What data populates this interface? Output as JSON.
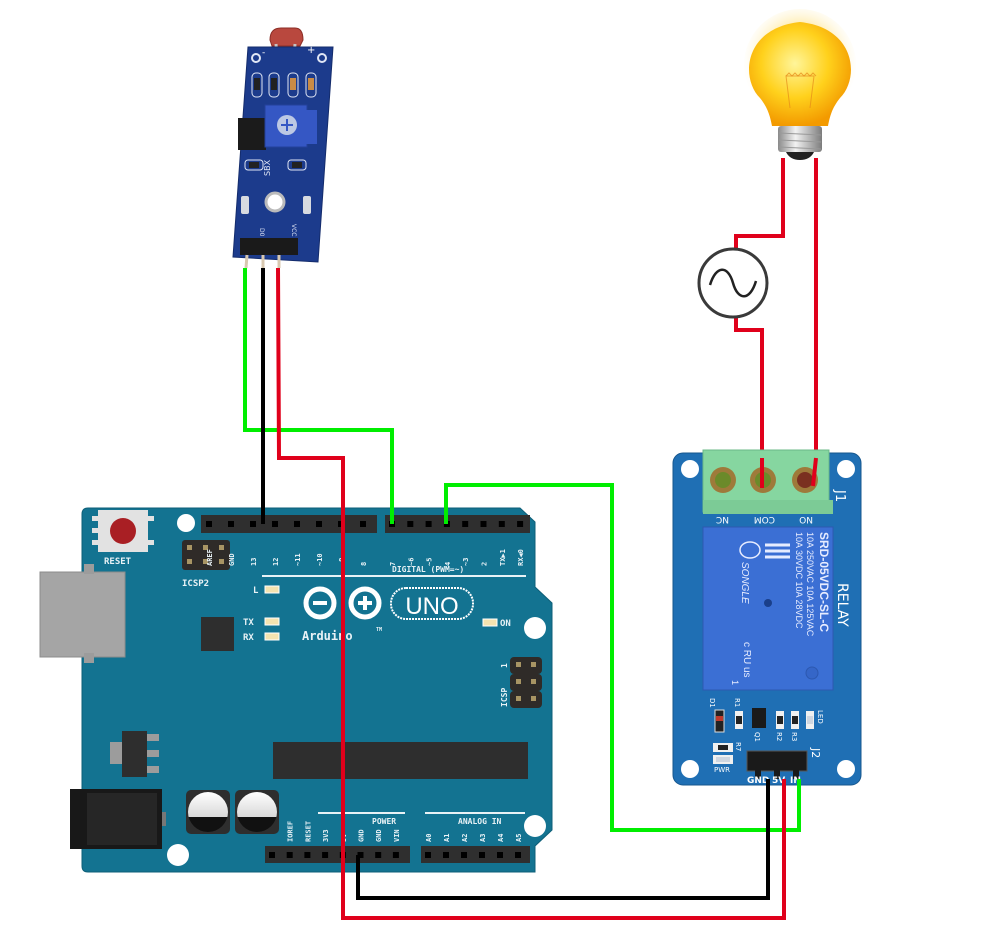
{
  "diagram": {
    "title": "LDR sensor + Arduino UNO + relay controlled AC lamp",
    "colors": {
      "background": "#ffffff",
      "arduino_board": "#137391",
      "sensor_board": "#1c3b8c",
      "relay_board": "#1f6fb4",
      "relay_body": "#3b6fd4",
      "terminal_block": "#86d6a0",
      "wire_signal": "#00ee00",
      "wire_ground": "#000000",
      "wire_power": "#e0001b",
      "lamp": "#ffc21a"
    }
  },
  "sensor": {
    "name": "LDR light sensor module",
    "silk_label": "SBX",
    "pins": [
      "DO",
      "GND",
      "VCC"
    ],
    "pin_marks": [
      "D0",
      "-",
      "VCC"
    ],
    "polarity": [
      "-",
      "+"
    ]
  },
  "arduino": {
    "logo_text": "Arduino",
    "model_text": "UNO",
    "trademark": "TM",
    "reset_label": "RESET",
    "icsp2_label": "ICSP2",
    "icsp_label": "ICSP",
    "icsp_pin1": "1",
    "led_labels": [
      "L",
      "TX",
      "RX",
      "ON"
    ],
    "digital_header_label": "DIGITAL (PWM=~)",
    "digital_pins_left": [
      "AREF",
      "GND",
      "13",
      "12",
      "~11",
      "~10",
      "~9",
      "8"
    ],
    "digital_pins_right": [
      "7",
      "~6",
      "~5",
      "4",
      "~3",
      "2",
      "TX▶1",
      "RX◀0"
    ],
    "power_header_label": "POWER",
    "power_pins": [
      "",
      "IOREF",
      "RESET",
      "3V3",
      "5V",
      "GND",
      "GND",
      "VIN"
    ],
    "analog_header_label": "ANALOG IN",
    "analog_pins": [
      "A0",
      "A1",
      "A2",
      "A3",
      "A4",
      "A5"
    ]
  },
  "relay": {
    "board_label": "RELAY",
    "terminal_ref": "J1",
    "terminals": [
      "NC",
      "COM",
      "NO"
    ],
    "header_ref": "J2",
    "header_pins": [
      "GND",
      "5V",
      "IN"
    ],
    "body_lines": [
      "SRD-05VDC-SL-C",
      "10A 250VAC  10A 125VAC",
      "10A  30VDC  10A  28VDC"
    ],
    "brand": "SONGLE",
    "cert_mark": "CQC",
    "ul_mark": "c RU us",
    "pin1": "1",
    "components": [
      "D1",
      "R1",
      "Q1",
      "R2",
      "R3",
      "LED",
      "R7",
      "PWR"
    ]
  },
  "ac_source": {
    "symbol": "~",
    "name": "AC supply"
  },
  "lamp": {
    "name": "Light bulb"
  },
  "wires": [
    {
      "from": "sensor.DO",
      "to": "arduino.D7",
      "color": "green"
    },
    {
      "from": "sensor.GND",
      "to": "arduino.GND (digital header)",
      "color": "black"
    },
    {
      "from": "sensor.VCC",
      "to": "arduino.5V",
      "color": "red"
    },
    {
      "from": "arduino.D4",
      "to": "relay.IN",
      "color": "green"
    },
    {
      "from": "arduino.GND (power header)",
      "to": "relay.GND",
      "color": "black"
    },
    {
      "from": "arduino.5V",
      "to": "relay.5V",
      "color": "red"
    },
    {
      "from": "relay.COM",
      "to": "ac_source",
      "color": "red"
    },
    {
      "from": "ac_source",
      "to": "lamp",
      "color": "red"
    },
    {
      "from": "relay.NO",
      "to": "lamp",
      "color": "red"
    }
  ]
}
